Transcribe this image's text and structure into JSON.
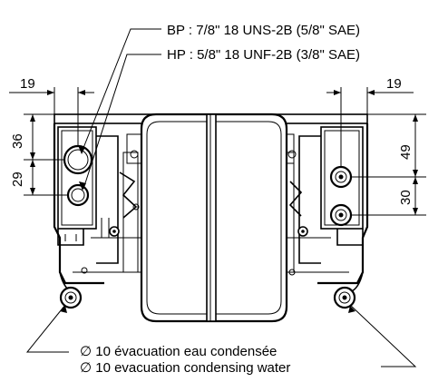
{
  "labels": {
    "bp": "BP : 7/8\" 18 UNS-2B (5/8\" SAE)",
    "hp": "HP : 5/8\" 18 UNF-2B (3/8\" SAE)",
    "drain_fr": "∅ 10 évacuation eau condensée",
    "drain_en": "∅ 10 evacuation condensing water"
  },
  "dimensions": {
    "left_offset": "19",
    "right_offset": "19",
    "left_upper": "36",
    "left_lower": "29",
    "right_upper": "49",
    "right_lower": "30"
  }
}
